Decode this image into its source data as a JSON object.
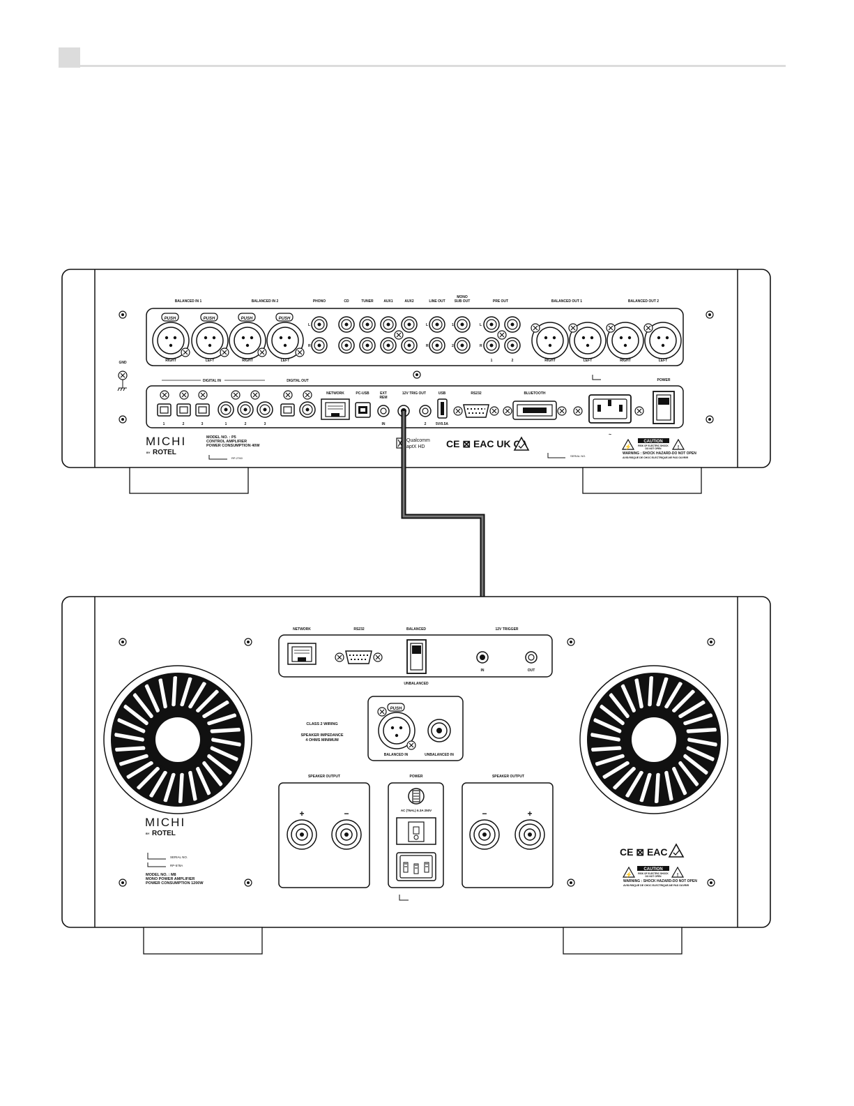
{
  "preamp": {
    "top_labels": {
      "balanced_in_1": "BALANCED IN 1",
      "balanced_in_2": "BALANCED IN 2",
      "phono": "PHONO",
      "cd": "CD",
      "tuner": "TUNER",
      "aux1": "AUX1",
      "aux2": "AUX2",
      "line_out": "LINE OUT",
      "mono_sub_out_1": "MONO",
      "mono_sub_out_2": "SUB OUT",
      "pre_out": "PRE OUT",
      "balanced_out_1": "BALANCED OUT 1",
      "balanced_out_2": "BALANCED OUT 2"
    },
    "push": "PUSH",
    "right": "RIGHT",
    "left": "LEFT",
    "L": "L",
    "R": "R",
    "n1": "1",
    "n2": "2",
    "n3": "3",
    "gnd": "GND",
    "digital_in": "DIGITAL IN",
    "digital_out": "DIGITAL OUT",
    "network": "NETWORK",
    "pc_usb": "PC-USB",
    "ext_rem_1": "EXT",
    "ext_rem_2": "REM",
    "trig_out": "12V TRIG OUT",
    "in": "IN",
    "usb": "USB",
    "usb_rating": "5V/0.5A",
    "rs232": "RS232",
    "bluetooth": "BLUETOOTH",
    "power": "POWER",
    "tilde": "~",
    "brand": "MICHI",
    "by": "BY",
    "rotel": "ROTEL",
    "model_1": "MODEL NO. : P5",
    "model_2": "CONTROL AMPLIFIER",
    "model_3": "POWER CONSUMPTION 40W",
    "rp_code": "RP-2760",
    "qualcomm": "Qualcomm",
    "aptx": "aptX HD",
    "marks": "CE  ⊠  EAC  UK CA",
    "serial": "SERIAL NO.",
    "caution": "CAUTION",
    "caution_sub_1": "RISK OF ELECTRIC SHOCK",
    "caution_sub_2": "DO NOT OPEN",
    "warning_1": "WARNING : SHOCK HAZARD-DO NOT OPEN",
    "warning_2": "AVIS:RISQUE DE CHOC ELECTRIQUE-NE PAS OUVRIR"
  },
  "poweramp": {
    "network": "NETWORK",
    "rs232": "RS232",
    "balanced": "BALANCED",
    "unbalanced": "UNBALANCED",
    "trig_in": "12V TRIGGER",
    "in": "IN",
    "out": "OUT",
    "class2": "CLASS 2 WIRING",
    "impedance_1": "SPEAKER IMPEDANCE",
    "impedance_2": "4 OHMS MINIMUM",
    "push": "PUSH",
    "balanced_in": "BALANCED IN",
    "unbalanced_in": "UNBALANCED IN",
    "speaker_output": "SPEAKER OUTPUT",
    "power": "POWER",
    "plus": "+",
    "minus": "−",
    "fuse": "AC (T6AL) 6.3A 250V",
    "brand": "MICHI",
    "by": "BY",
    "rotel": "ROTEL",
    "serial": "SERIAL NO.",
    "rp_code": "RP-578A",
    "model_1": "MODEL NO. : M8",
    "model_2": "MONO POWER AMPLIFIER",
    "model_3": "POWER CONSUMPTION 1200W",
    "marks": "CE  ⊠  EAC",
    "caution": "CAUTION",
    "caution_sub_1": "RISK OF ELECTRIC SHOCK",
    "caution_sub_2": "DO NOT OPEN",
    "warning_1": "WARNING : SHOCK HAZARD-DO NOT OPEN",
    "warning_2": "AVIS:RISQUE DE CHOC ELECTRIQUE-NE PAS OUVRIR"
  }
}
